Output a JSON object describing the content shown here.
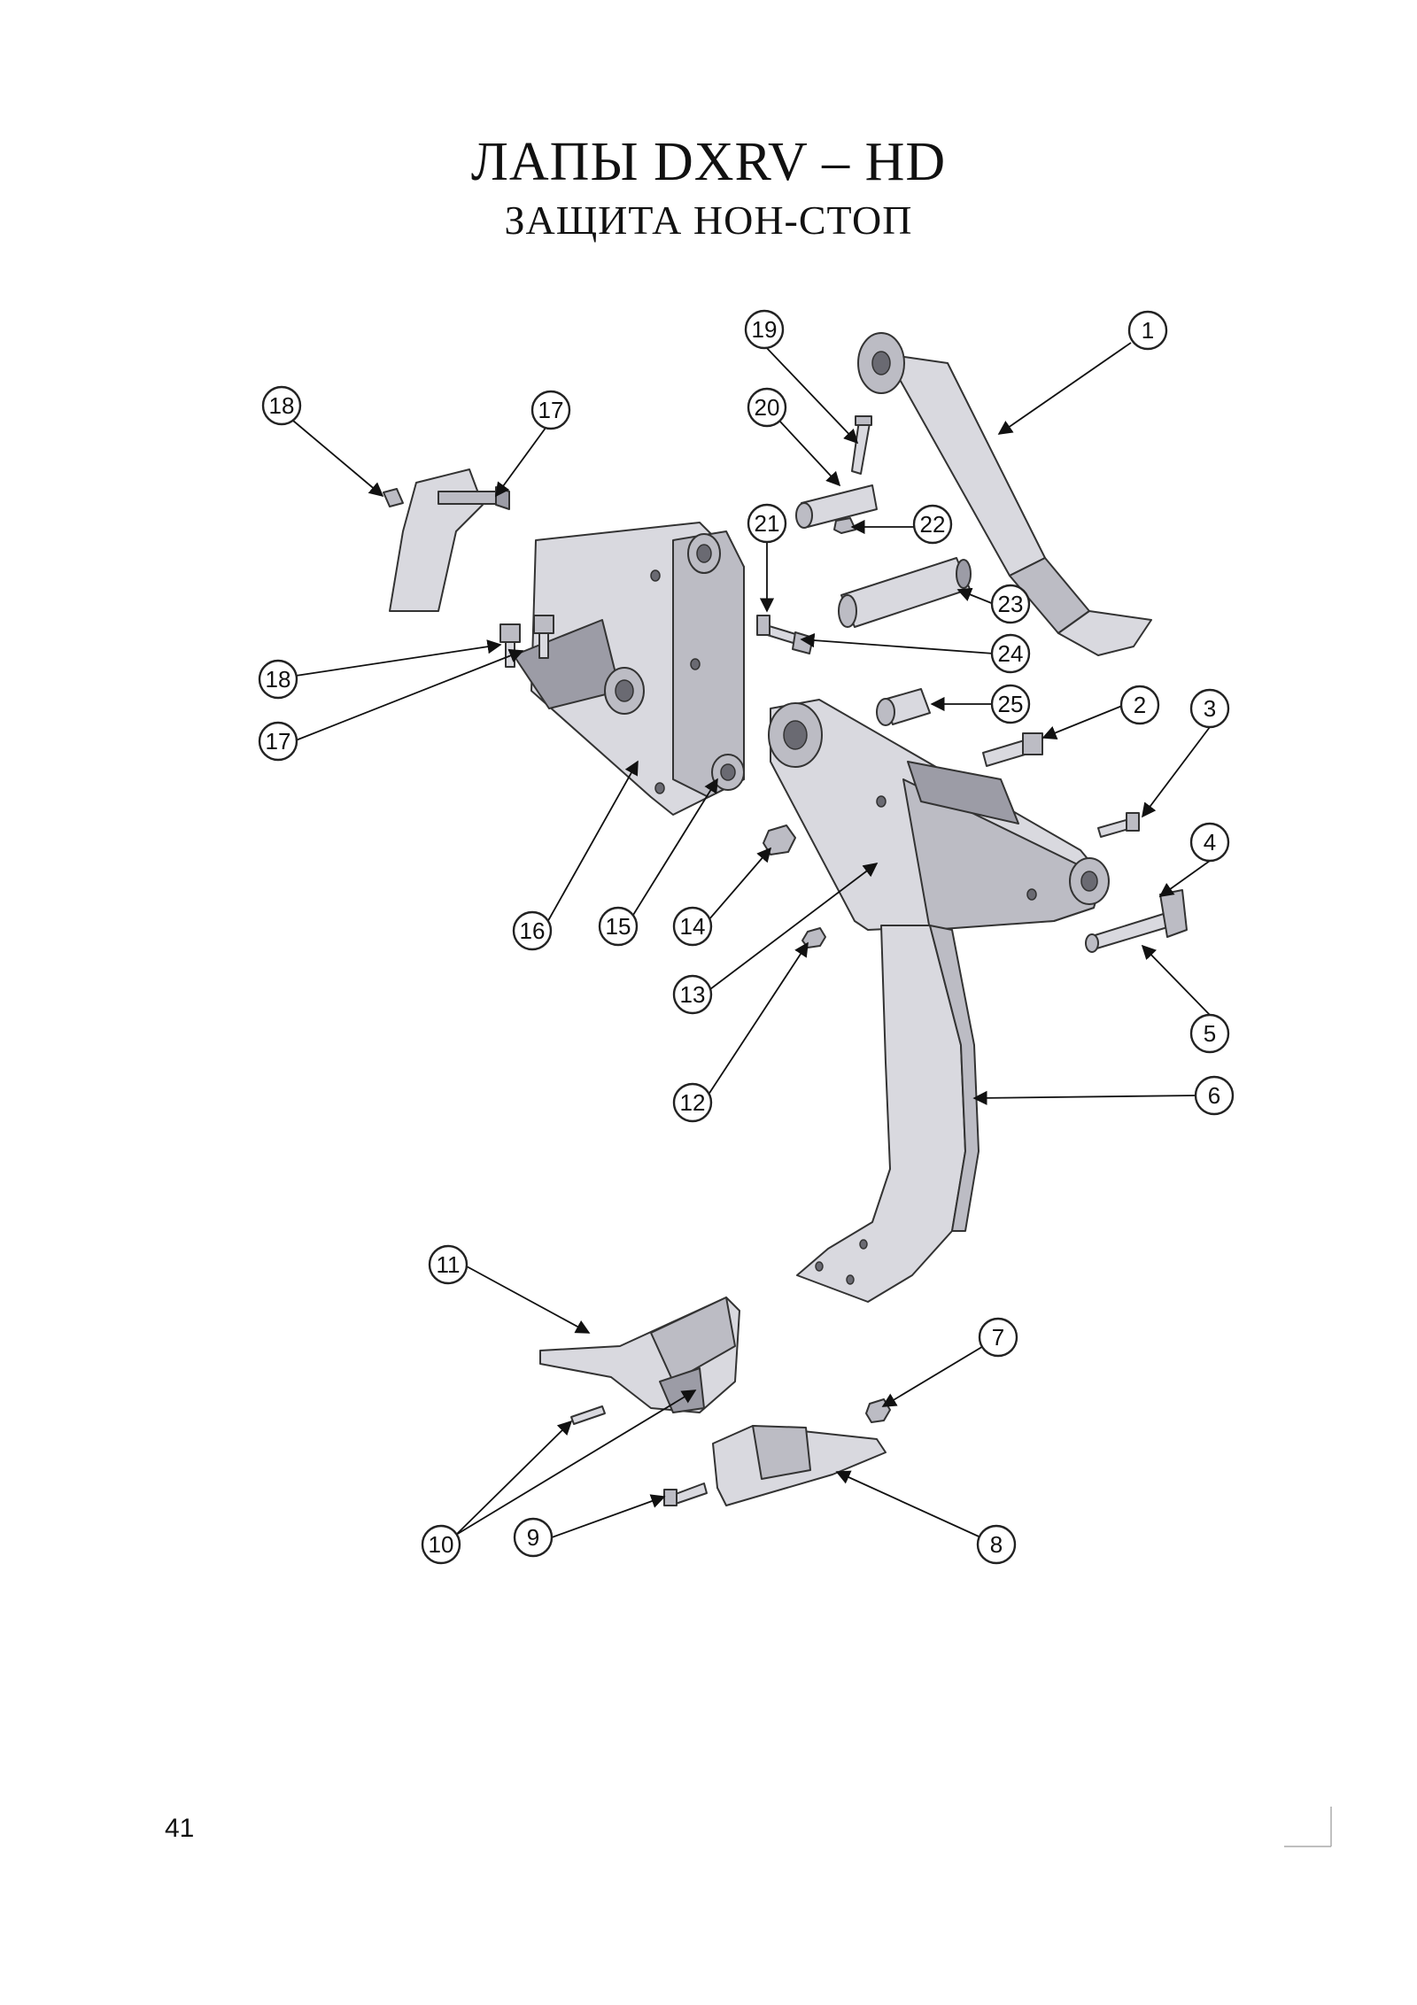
{
  "header": {
    "title": "ЛАПЫ DXRV – HD",
    "subtitle": "ЗАЩИТА НОН-СТОП"
  },
  "page_number": "41",
  "callouts": [
    "1",
    "2",
    "3",
    "4",
    "5",
    "6",
    "7",
    "8",
    "9",
    "10",
    "11",
    "12",
    "13",
    "14",
    "15",
    "16",
    "17",
    "18",
    "19",
    "20",
    "21",
    "22",
    "23",
    "24",
    "25"
  ]
}
